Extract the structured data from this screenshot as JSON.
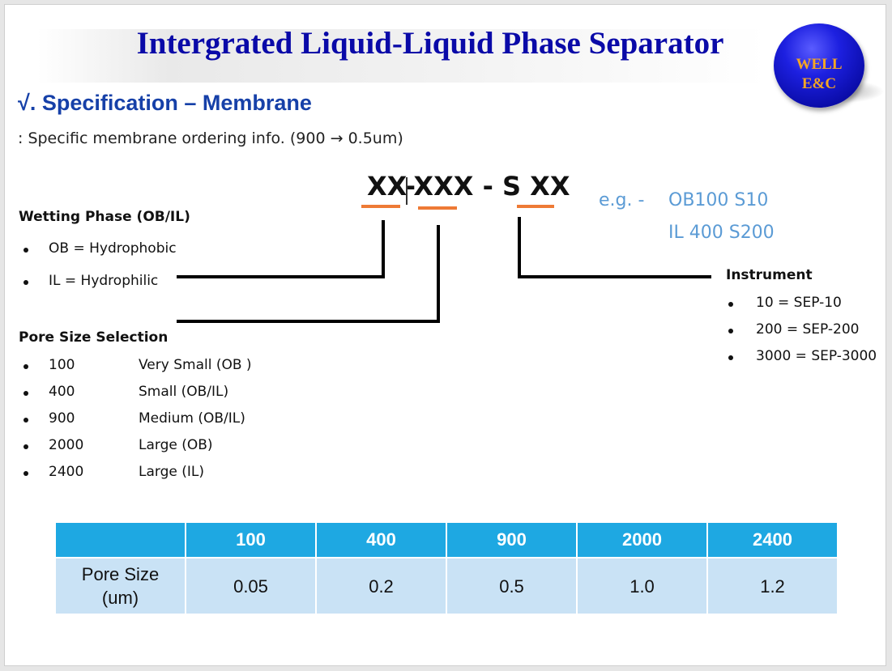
{
  "header": {
    "title": "Intergrated Liquid-Liquid Phase Separator",
    "logo_line1": "WELL",
    "logo_line2": "E&C"
  },
  "section": {
    "heading": "√. Specification – Membrane",
    "subheading": ": Specific membrane ordering info. (900 → 0.5um)"
  },
  "code": {
    "pattern": "XX-XXX - S XX",
    "example_label": "e.g. -",
    "examples": [
      "OB100 S10",
      "IL 400 S200"
    ]
  },
  "wetting_phase": {
    "title": "Wetting Phase (OB/IL)",
    "items": [
      "OB = Hydrophobic",
      "IL = Hydrophilic"
    ]
  },
  "pore_size_selection": {
    "title": "Pore Size Selection",
    "items": [
      {
        "size": "100",
        "desc": "Very Small (OB )"
      },
      {
        "size": "400",
        "desc": "Small  (OB/IL)"
      },
      {
        "size": "900",
        "desc": "Medium  (OB/IL)"
      },
      {
        "size": "2000",
        "desc": "Large (OB)"
      },
      {
        "size": "2400",
        "desc": "Large (IL)"
      }
    ]
  },
  "instrument": {
    "title": "Instrument",
    "items": [
      "10 = SEP-10",
      "200 = SEP-200",
      "3000 = SEP-3000"
    ]
  },
  "table": {
    "headers": [
      "",
      "100",
      "400",
      "900",
      "2000",
      "2400"
    ],
    "row_label_line1": "Pore Size",
    "row_label_line2": "(um)",
    "values": [
      "0.05",
      "0.2",
      "0.5",
      "1.0",
      "1.2"
    ]
  },
  "colors": {
    "title": "#0a0aa8",
    "heading": "#1640a8",
    "accent_orange": "#ee7a35",
    "example_blue": "#5b9bd5",
    "table_header": "#1ea8e2",
    "table_cell": "#c9e2f5"
  }
}
